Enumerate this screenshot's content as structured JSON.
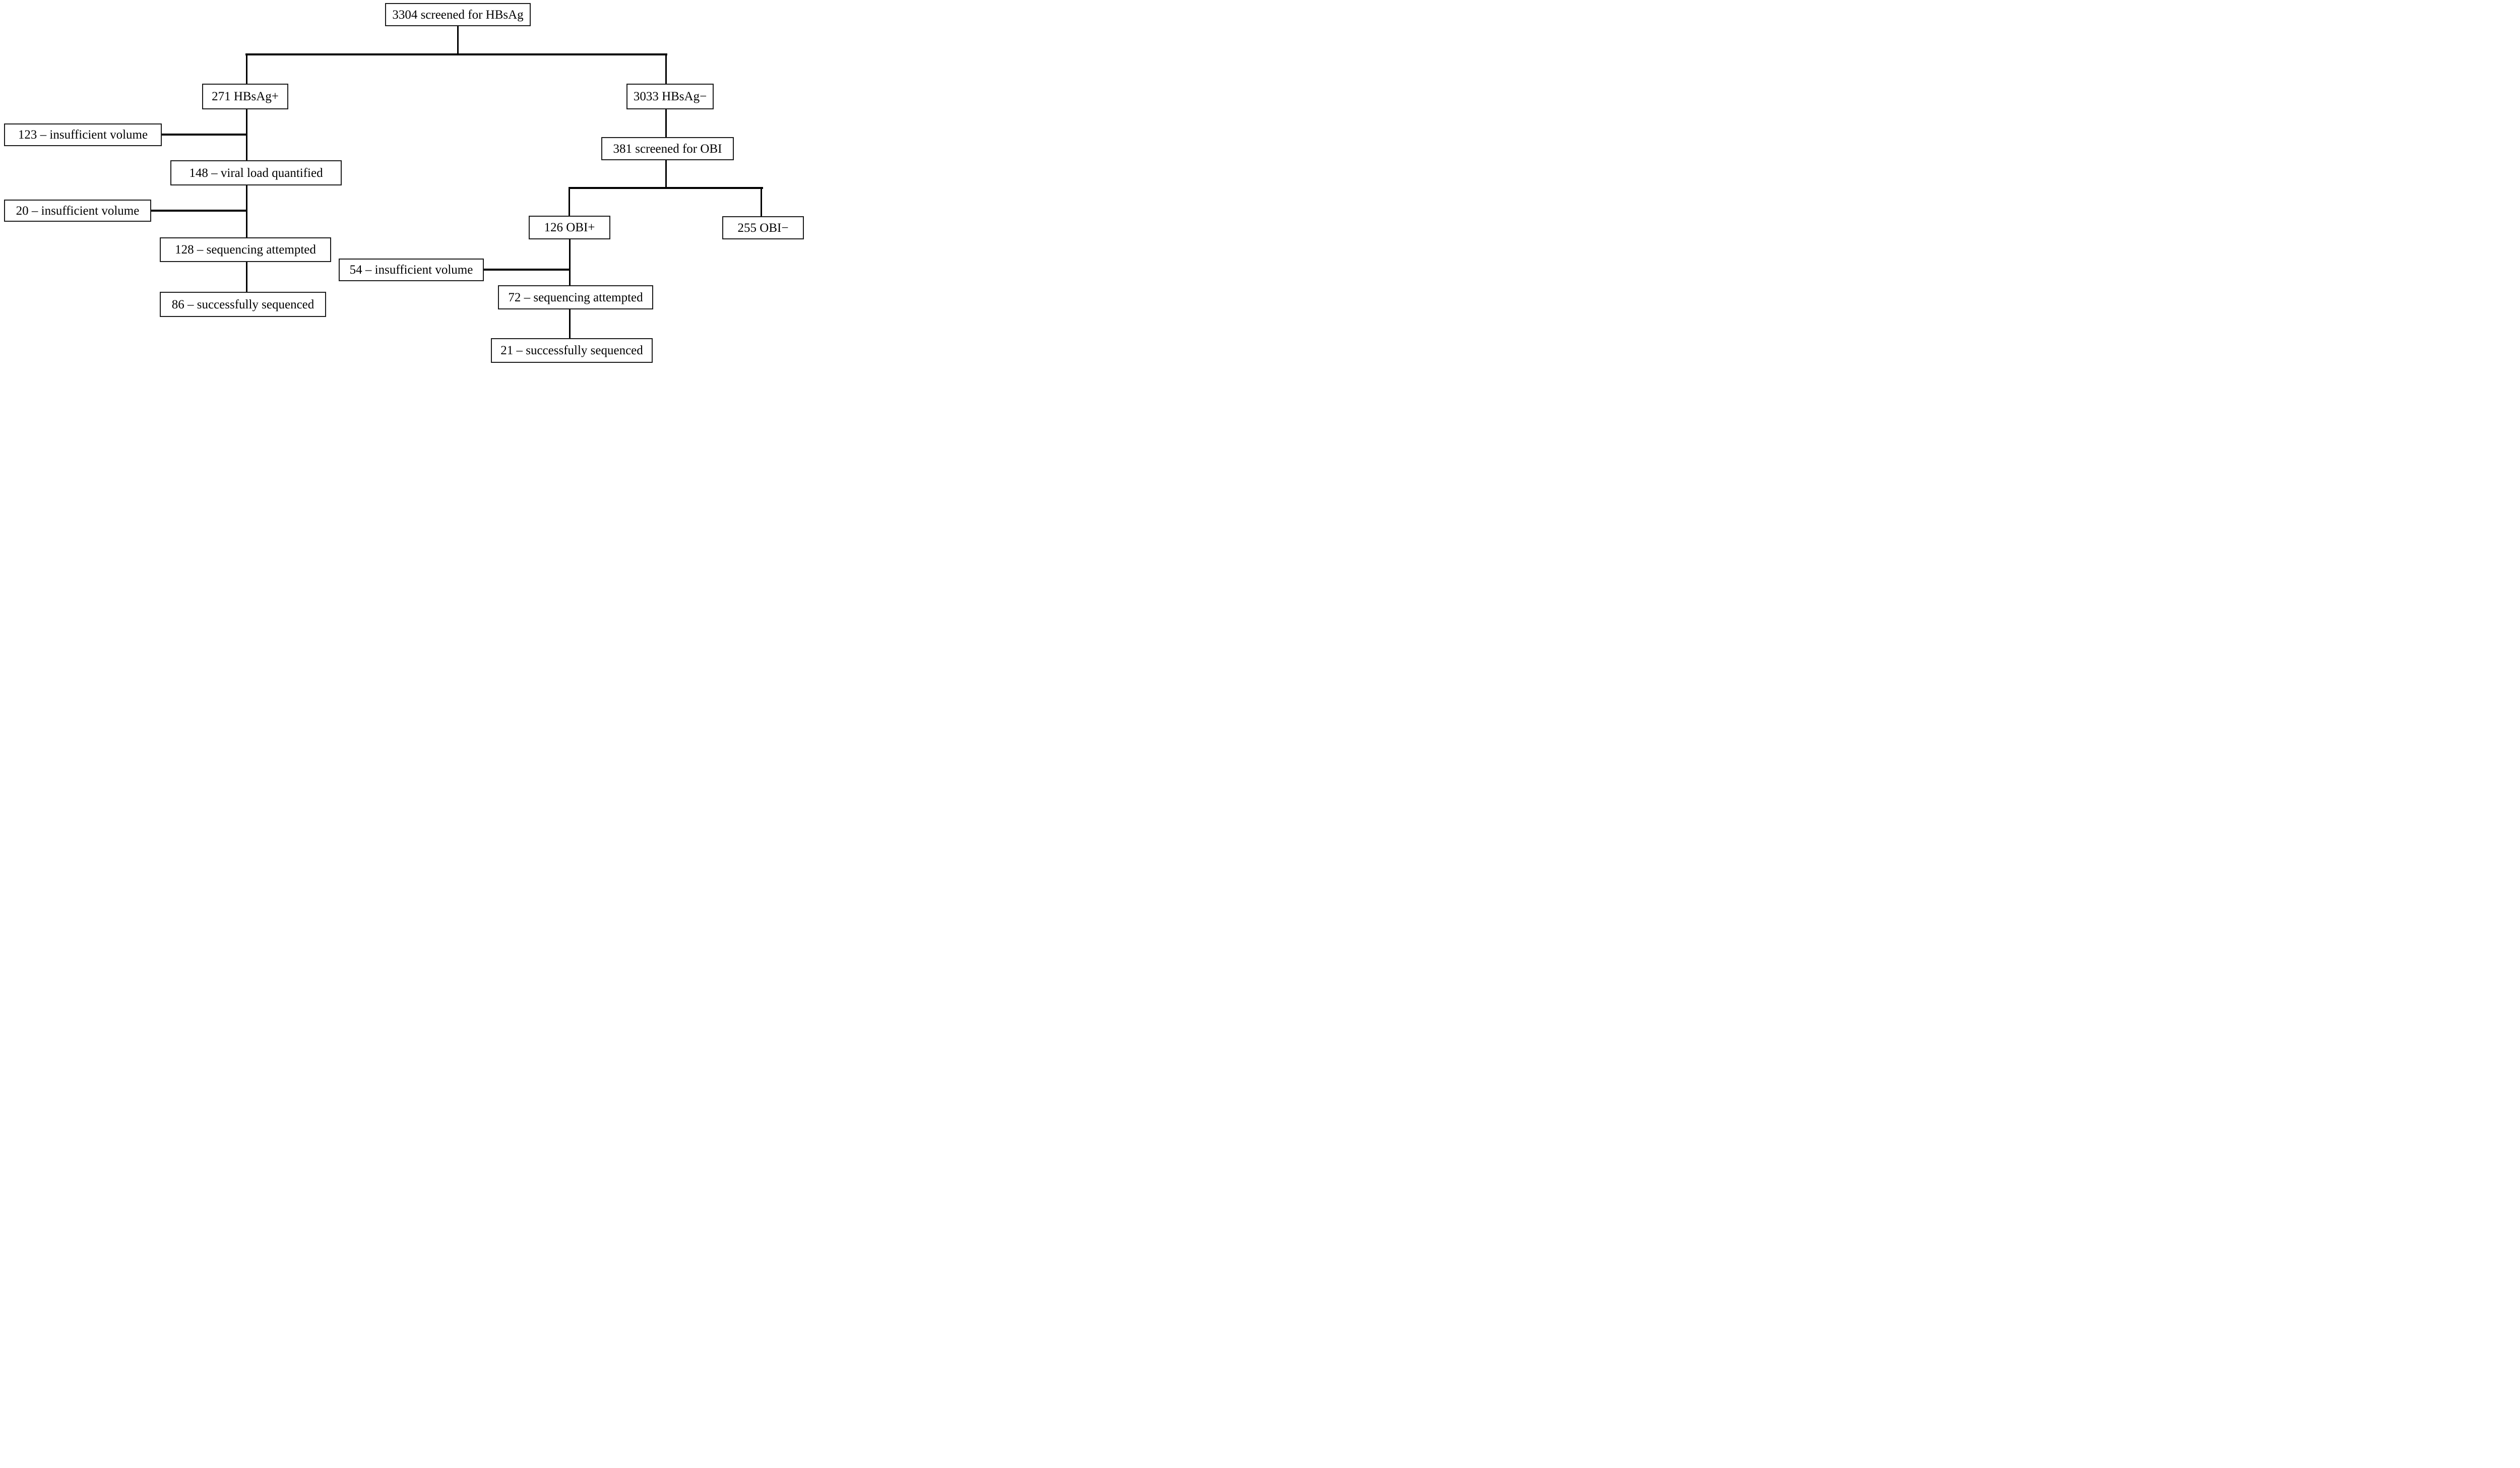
{
  "figure": {
    "background_color": "#ffffff",
    "line_color": "#000000",
    "box_border_color": "#1c1c1c",
    "box_background_color": "#ffffff",
    "text_color": "#000000",
    "nodes": {
      "screened_hbsag": "3304 screened for HBsAg",
      "hbsag_positive": "271 HBsAg+",
      "hbsag_negative": "3033 HBsAg−",
      "insufficient_volume_hbsag": "123 – insufficient volume",
      "viral_load_quantified": "148 – viral load quantified",
      "insufficient_volume_viral_load": "20 – insufficient volume",
      "sequencing_attempted_hbsag": "128 – sequencing attempted",
      "successfully_sequenced_hbsag": "86 – successfully sequenced",
      "screened_obi": "381 screened for OBI",
      "obi_positive": "126 OBI+",
      "obi_negative": "255 OBI−",
      "insufficient_volume_obi": "54 – insufficient volume",
      "sequencing_attempted_obi": "72 – sequencing attempted",
      "successfully_sequenced_obi": "21 – successfully sequenced"
    }
  }
}
